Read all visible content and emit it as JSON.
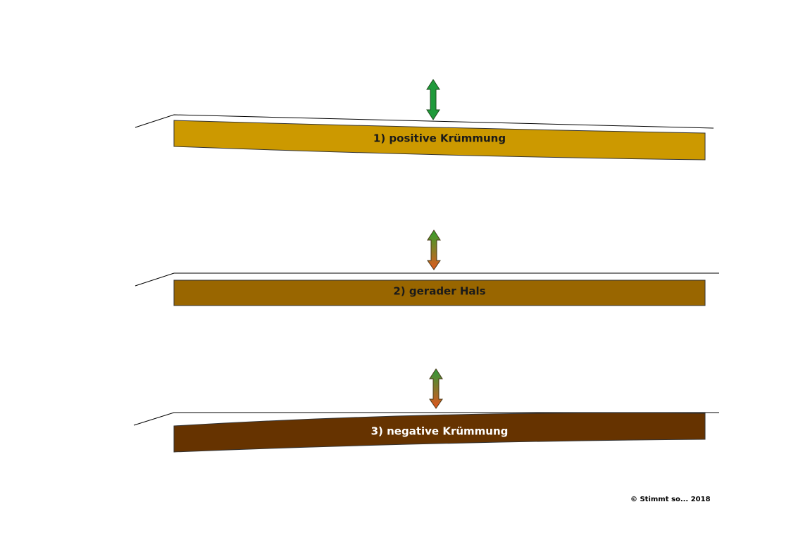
{
  "panels": [
    {
      "label": "1) positive Krümmung",
      "neck_color": "#CC9900",
      "label_color": "#1a1a1a",
      "arrow_up_color": "#1f9a3a",
      "arrow_down_color": "#1f9a3a"
    },
    {
      "label": "2) gerader Hals",
      "neck_color": "#996600",
      "label_color": "#1a1a1a",
      "arrow_up_color": "#33a02c",
      "arrow_down_color": "#e05a1e"
    },
    {
      "label": "3) negative Krümmung",
      "neck_color": "#663300",
      "label_color": "#ffffff",
      "arrow_up_color": "#2e9a3a",
      "arrow_down_color": "#e2531c"
    }
  ],
  "footer": {
    "copyright": "© Stimmt so... 2018"
  }
}
